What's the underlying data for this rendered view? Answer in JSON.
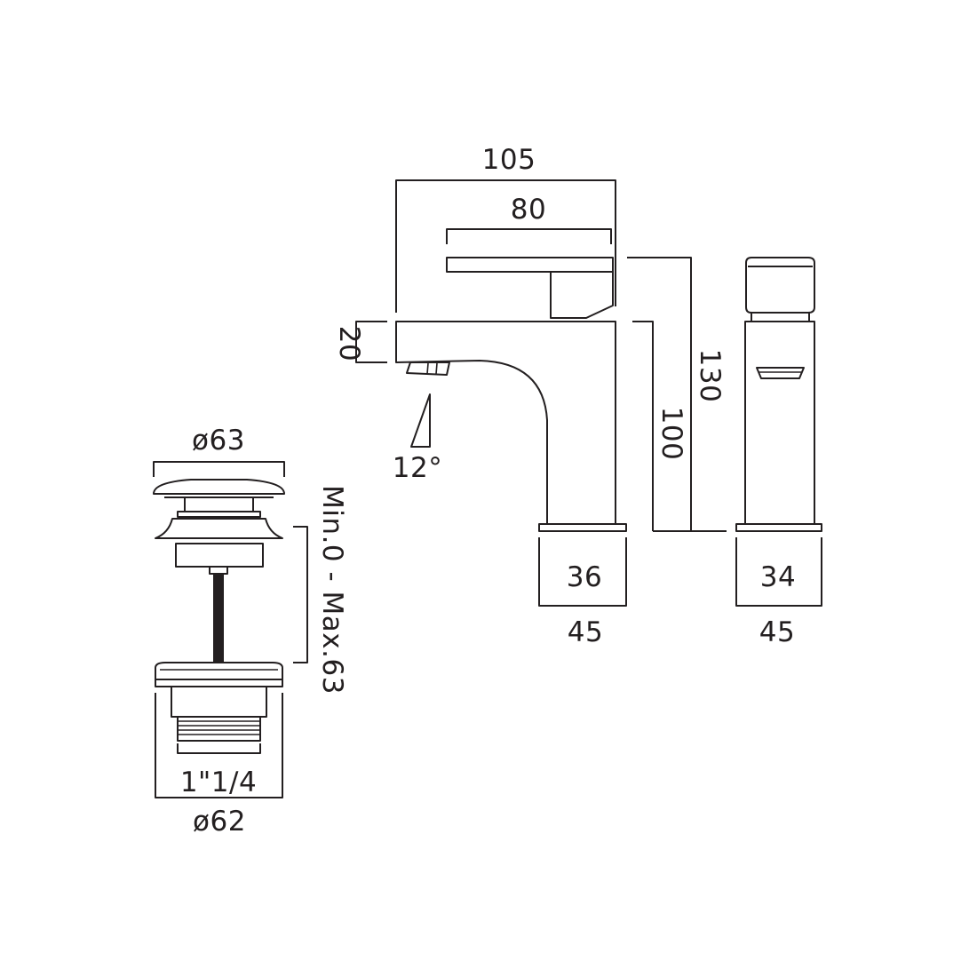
{
  "tap": {
    "width_overall": "105",
    "handle_length": "80",
    "spout_height": "20",
    "angle": "12°",
    "height_overall": "130",
    "height_to_spout": "100",
    "base_inner": "36",
    "base_outer": "45"
  },
  "side": {
    "base_inner": "34",
    "base_outer": "45"
  },
  "waste": {
    "cap_diameter": "ø63",
    "grip_range": "Min.0 - Max.63",
    "thread": "1\"1/4",
    "body_diameter": "ø62"
  }
}
